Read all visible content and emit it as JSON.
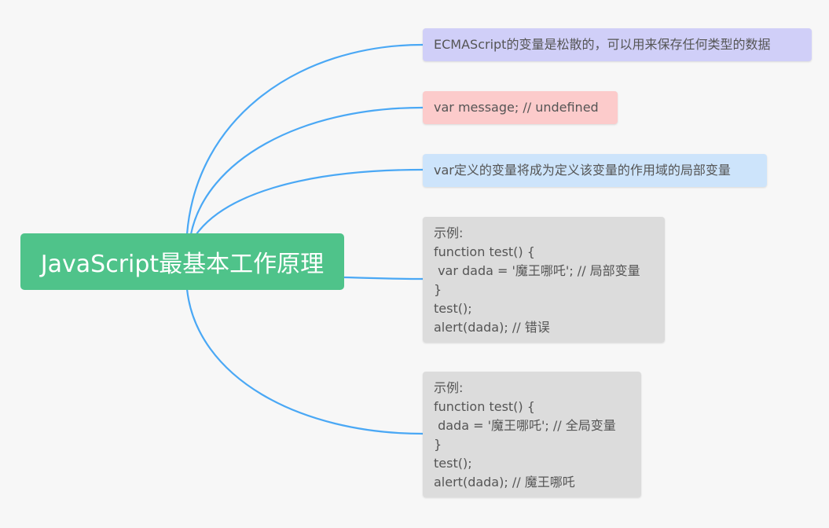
{
  "root": {
    "label": "JavaScript最基本工作原理",
    "color": "#4fc38a"
  },
  "branch_color": "#4aa8f5",
  "children": [
    {
      "text": "ECMAScript的变量是松散的，可以用来保存任何类型的数据",
      "color": "#d0cff8"
    },
    {
      "text": "var message; // undefined",
      "color": "#fccbcb"
    },
    {
      "text": "var定义的变量将成为定义该变量的作用域的局部变量",
      "color": "#cde4fb"
    },
    {
      "text": "示例:\nfunction test() {\n var dada = '魔王哪吒'; // 局部变量\n}\ntest();\nalert(dada); // 错误",
      "color": "#dcdcdc"
    },
    {
      "text": "示例:\nfunction test() {\n dada = '魔王哪吒'; // 全局变量\n}\ntest();\nalert(dada); // 魔王哪吒",
      "color": "#dcdcdc"
    }
  ]
}
